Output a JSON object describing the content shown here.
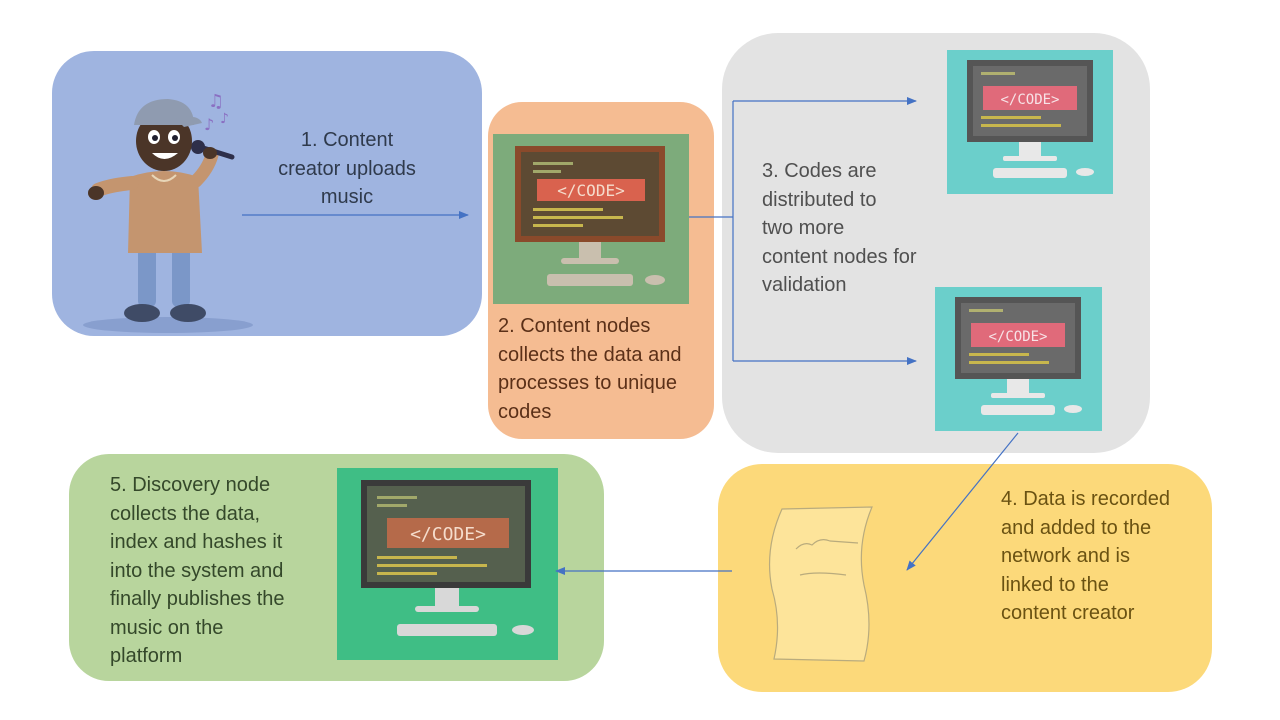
{
  "steps": [
    {
      "label": "1. Content\ncreator uploads\nmusic",
      "bg": "#9fb4e0",
      "color": "#2f3a4c"
    },
    {
      "label": "2. Content nodes\ncollects the data and\nprocesses to unique\ncodes",
      "bg": "#f5bc92",
      "color": "#5b3018",
      "screen_text": "</CODE>"
    },
    {
      "label": "3. Codes are\ndistributed to\ntwo more\ncontent nodes for\nvalidation",
      "bg": "#e3e3e3",
      "color": "#505050",
      "screen_text": "</CODE>"
    },
    {
      "label": "4. Data is recorded\nand added to the\nnetwork and is\nlinked to the\ncontent creator",
      "bg": "#fcd97a",
      "color": "#6a5212"
    },
    {
      "label": "5. Discovery node\ncollects the data,\nindex and hashes it\ninto the system and\nfinally publishes the\nmusic on the\nplatform",
      "bg": "#b8d59d",
      "color": "#34482a",
      "screen_text": "</CODE>"
    }
  ],
  "colors": {
    "arrow": "#4472c4",
    "tile_green": "#7dab7b",
    "tile_teal": "#6bcfcb",
    "tile_emerald": "#3fbe85"
  },
  "icons": {
    "singer": "singer-illustration",
    "monitor": "code-monitor-icon",
    "document": "document-icon"
  }
}
